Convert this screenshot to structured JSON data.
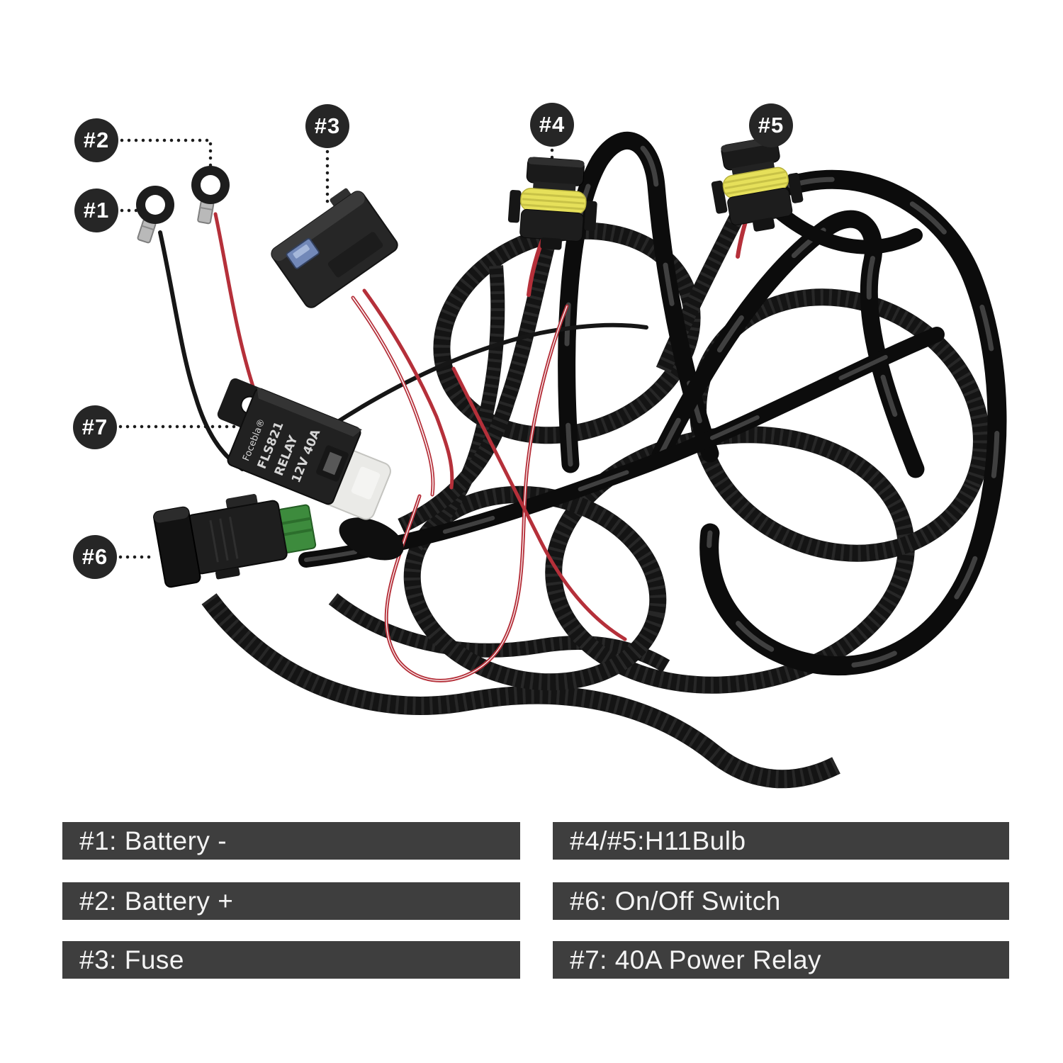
{
  "callouts": {
    "c1": "#1",
    "c2": "#2",
    "c3": "#3",
    "c4": "#4",
    "c5": "#5",
    "c6": "#6",
    "c7": "#7"
  },
  "relay_label": {
    "brand": "Focebla®",
    "model": "FLS821",
    "type": "RELAY",
    "rating": "12V 40A"
  },
  "legend": {
    "left": [
      {
        "text": "#1: Battery -"
      },
      {
        "text": "#2: Battery +"
      },
      {
        "text": "#3: Fuse"
      }
    ],
    "right": [
      {
        "text": "#4/#5:H11Bulb"
      },
      {
        "text": "#6: On/Off Switch"
      },
      {
        "text": "#7: 40A Power Relay"
      }
    ]
  },
  "colors": {
    "callout_bg": "#262626",
    "legend_bar_bg": "#3e3e3e",
    "legend_text": "#f4f4f4",
    "wire_red": "#b5303a",
    "wire_black": "#161616",
    "seal_yellow": "#e6e05a",
    "connector_green": "#3d8b3d",
    "fuse_blue": "#7288b8",
    "loom_black": "#141414",
    "tape_black": "#0c0c0c"
  }
}
